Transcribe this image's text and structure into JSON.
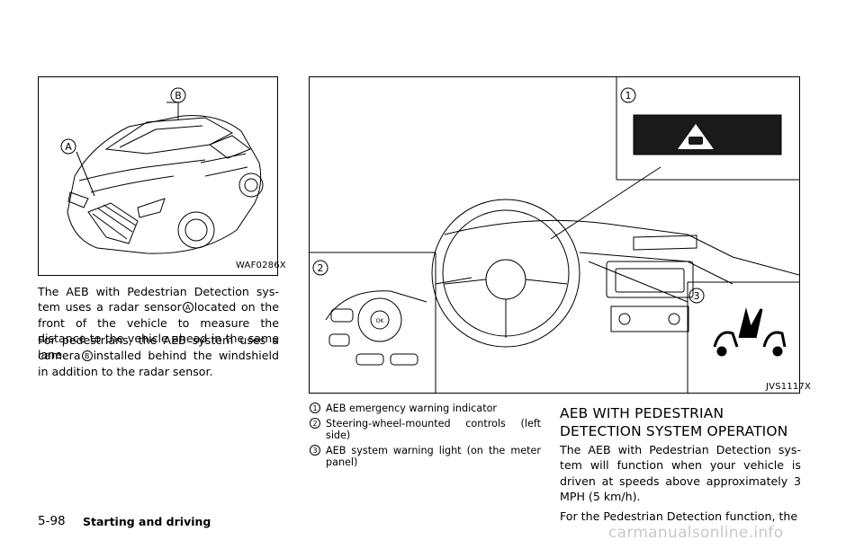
{
  "left_figure": {
    "code": "WAF0286X",
    "callouts": [
      "A",
      "B"
    ]
  },
  "right_figure": {
    "code": "JVS1117X",
    "callouts": [
      "1",
      "2",
      "3"
    ],
    "keypad_ok": "OK"
  },
  "paragraphs": {
    "p1_a": "The AEB with Pedestrian Detection sys-tem uses a radar sensor",
    "p1_marker": "A",
    "p1_b": "located on the front of the vehicle to measure the distance to the vehicle ahead in the same lane.",
    "p2_a": "For pedestrians, the AEB system uses a camera",
    "p2_marker": "B",
    "p2_b": "installed behind the windshield in addition to the radar sensor."
  },
  "legend": [
    {
      "num": "1",
      "text": "AEB emergency warning indicator"
    },
    {
      "num": "2",
      "text": "Steering-wheel-mounted controls (left side)"
    },
    {
      "num": "3",
      "text": "AEB system warning light (on the meter panel)"
    }
  ],
  "section": {
    "heading": "AEB WITH PEDESTRIAN DETECTION SYSTEM OPERATION",
    "p3": "The AEB with Pedestrian Detection sys-tem will function when your vehicle is driven at speeds above approximately 3 MPH (5 km/h).",
    "p4": "For the Pedestrian Detection function, the"
  },
  "footer": {
    "page_number": "5-98",
    "section_title": "Starting and driving",
    "watermark": "carmanualsonline.info"
  }
}
